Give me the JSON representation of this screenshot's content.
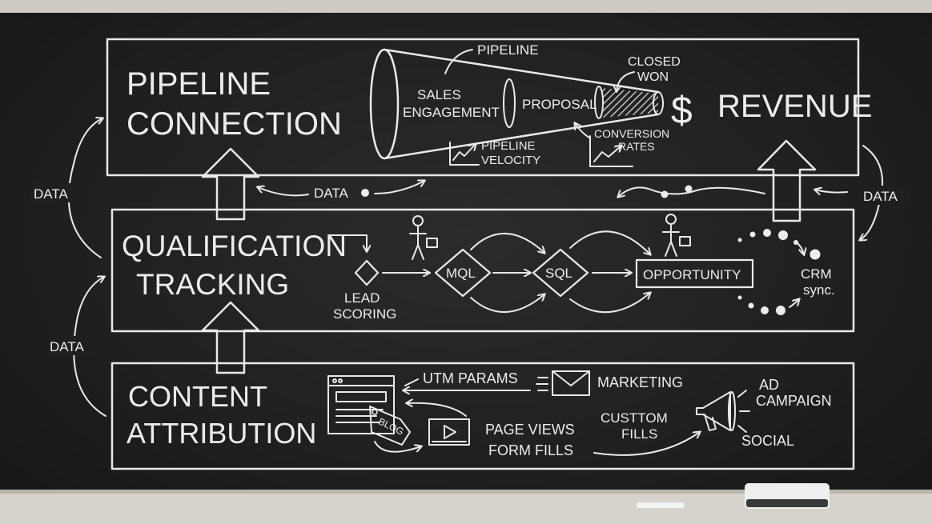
{
  "colors": {
    "board": "#1f1f1f",
    "chalk": "#ececec",
    "frame": "#cfcbc3"
  },
  "sections": {
    "pipeline": {
      "title_line1": "PIPELINE",
      "title_line2": "CONNECTION",
      "funnel": {
        "pipeline_label": "PIPELINE",
        "stage1_line1": "SALES",
        "stage1_line2": "ENGAGEMENT",
        "stage2": "PROPOSAL",
        "closed_line1": "CLOSED",
        "closed_line2": "WON",
        "velocity_line1": "PIPELINE",
        "velocity_line2": "VELOCITY",
        "conversion_line1": "CONVERSION",
        "conversion_line2": "RATES"
      },
      "revenue_symbol": "$",
      "revenue": "REVENUE"
    },
    "qualification": {
      "title_line1": "QUALIFICATION",
      "title_line2": "TRACKING",
      "lead_line1": "LEAD",
      "lead_line2": "SCORING",
      "mql": "MQL",
      "sql": "SQL",
      "opportunity": "OPPORTUNITY",
      "crm_line1": "CRM",
      "crm_line2": "sync."
    },
    "content": {
      "title_line1": "CONTENT",
      "title_line2": "ATTRIBUTION",
      "utm": "UTM PARAMS",
      "marketing": "MARKETING",
      "blog": "BLOG",
      "page_views": "PAGE VIEWS",
      "form_fills": "FORM FILLS",
      "custom_line1": "CUSTTOM",
      "custom_line2": "FILLS",
      "ad_line1": "AD",
      "ad_line2": "CAMPAIGN",
      "social": "SOCIAL"
    }
  },
  "flows": {
    "data_left_top": "DATA",
    "data_left_bottom": "DATA",
    "data_middle": "DATA",
    "data_right": "DATA"
  }
}
